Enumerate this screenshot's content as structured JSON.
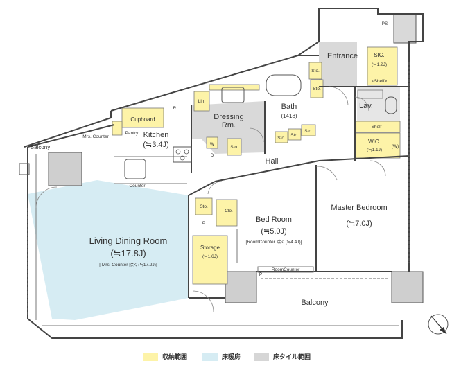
{
  "rooms": {
    "living": "Living Dining Room",
    "living_area": "(≒17.8J)",
    "living_note": "[ Mrs. Counter 除く(≒17.2J)]",
    "kitchen": "Kitchen",
    "kitchen_area": "(≒3.4J)",
    "dressing_1": "Dressing",
    "dressing_2": "Rm.",
    "bath": "Bath",
    "bath_size": "(1418)",
    "entrance": "Entrance",
    "sic": "SIC.",
    "sic_area": "(≒1.2J)",
    "shelf_sic": "<Shelf>",
    "lav": "Lav.",
    "shelf": "Shelf",
    "wic": "WIC.",
    "wic_area": "(≒1.1J)",
    "w": "(W)",
    "hall": "Hall",
    "bed": "Bed Room",
    "bed_area": "(≒5.0J)",
    "bed_note": "[RoomCounter 除く(≒4.4J)]",
    "master": "Master Bedroom",
    "master_area": "(≒7.0J)",
    "storage": "Storage",
    "storage_area": "(≒1.6J)",
    "balcony_left": "Balcony",
    "balcony_bottom": "Balcony",
    "cupboard": "Cupboard",
    "pantry": "Pantry",
    "mrs_counter": "Mrs. Counter",
    "counter": "Counter",
    "room_counter": "RoomCounter",
    "lin": "Lin.",
    "sto": "Sto.",
    "clo": "Clo.",
    "ps": "PS",
    "r": "R",
    "p": "P",
    "w_small": "W",
    "d_small": "D"
  },
  "legend": [
    {
      "label": "収納範囲",
      "color": "#fdf3a8"
    },
    {
      "label": "床暖房",
      "color": "#d6ecf3"
    },
    {
      "label": "床タイル範囲",
      "color": "#d6d6d6"
    }
  ]
}
